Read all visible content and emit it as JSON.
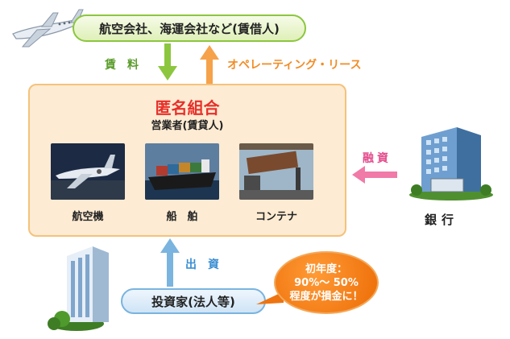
{
  "lessee": {
    "label": "航空会社、海運会社など(賃借人)"
  },
  "arrows": {
    "rent": "賃　料",
    "operating_lease": "オペレーティング・リース",
    "financing": "融資",
    "investment": "出　資"
  },
  "partnership": {
    "title": "匿名組合",
    "subtitle": "営業者(賃貸人)",
    "assets": [
      {
        "label": "航空機"
      },
      {
        "label": "船　舶"
      },
      {
        "label": "コンテナ"
      }
    ]
  },
  "bank": {
    "label": "銀行"
  },
  "investor": {
    "label": "投資家(法人等)"
  },
  "callout": {
    "line1": "初年度：",
    "line2": "90%～ 50%",
    "line3": "程度が損金に！"
  },
  "colors": {
    "rent_arrow": "#8cc63f",
    "lease_arrow": "#f6a24a",
    "finance_arrow": "#f07aa8",
    "investment_arrow": "#7ab4df",
    "partnership_title": "#e8302b"
  }
}
